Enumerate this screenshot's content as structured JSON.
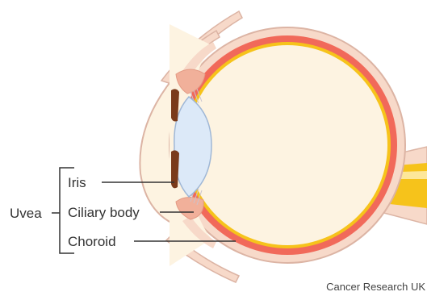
{
  "group_label": "Uvea",
  "parts": [
    {
      "label": "Iris"
    },
    {
      "label": "Ciliary body"
    },
    {
      "label": "Choroid"
    }
  ],
  "credit": "Cancer Research UK",
  "colors": {
    "sclera": "#f7d9c9",
    "sclera_outline": "#dcb4a4",
    "choroid": "#f1695a",
    "retina": "#f6c31b",
    "vitreous": "#fdf3e1",
    "lens": "#dce9f8",
    "lens_outline": "#9fb7d6",
    "iris": "#7a3a1a",
    "ciliary_body": "#f1b09a",
    "optic_nerve": "#f6c31b",
    "leader_line": "#333333"
  }
}
